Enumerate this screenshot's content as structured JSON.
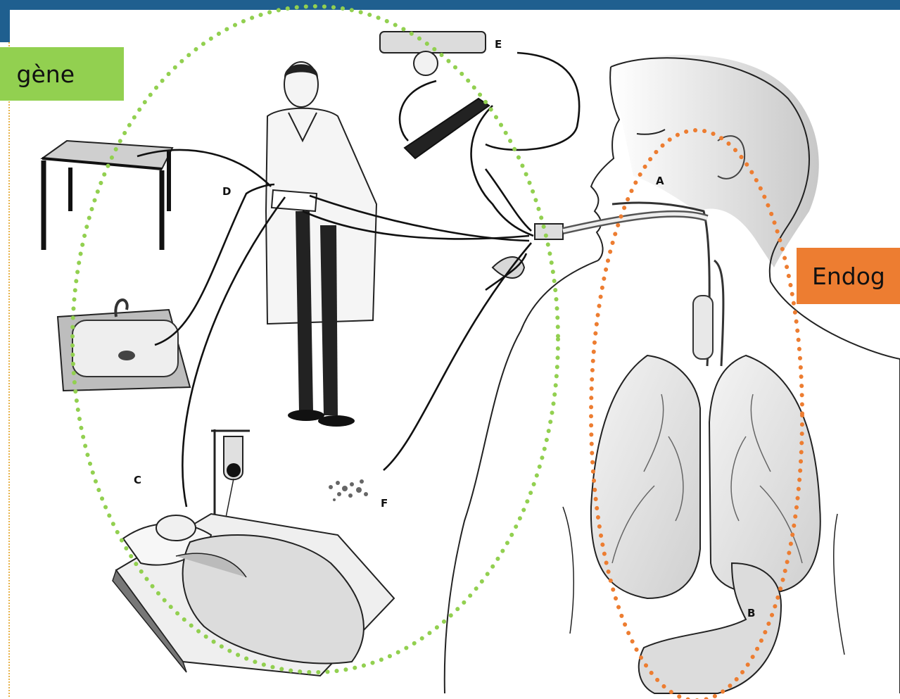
{
  "labels": {
    "exogenous": "gène",
    "endogenous": "Endog"
  },
  "markers": {
    "a": "A",
    "b": "B",
    "c": "C",
    "d": "D",
    "e": "E",
    "f": "F"
  },
  "colors": {
    "exogenous": "#92d050",
    "endogenous": "#ed7d31",
    "frame": "#1f5f8f"
  }
}
